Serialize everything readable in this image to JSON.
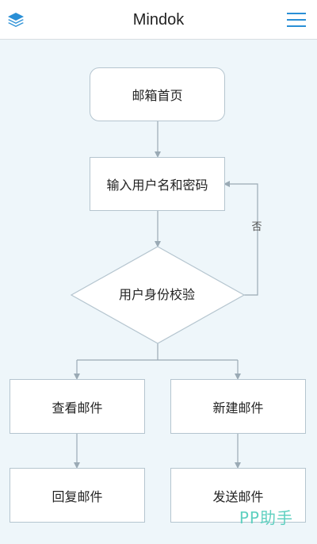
{
  "header": {
    "title": "Mindok",
    "left_icon": "layers-icon",
    "right_icon": "hamburger-menu-icon",
    "accent": "#2a8fd6"
  },
  "flow": {
    "mailbox_home": "邮箱首页",
    "enter_credentials": "输入用户名和密码",
    "verify_identity": "用户身份校验",
    "no_label": "否",
    "view_mail": "查看邮件",
    "new_mail": "新建邮件",
    "reply_mail": "回复邮件",
    "send_mail": "发送邮件"
  },
  "watermark": "PP助手"
}
